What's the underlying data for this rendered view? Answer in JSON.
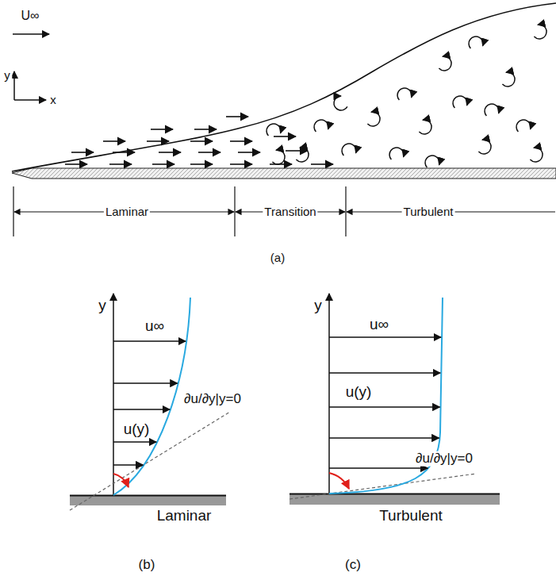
{
  "diagram": {
    "labels": [
      "U∞",
      "y",
      "x",
      "Laminar",
      "Transition",
      "Turbulent",
      "(a)",
      "y",
      "u∞",
      "u(y)",
      "∂u/∂y|y=0",
      "Laminar",
      "(b)",
      "y",
      "u∞",
      "u(y)",
      "∂u/∂y|y=0",
      "Turbulent",
      "(c)"
    ]
  }
}
